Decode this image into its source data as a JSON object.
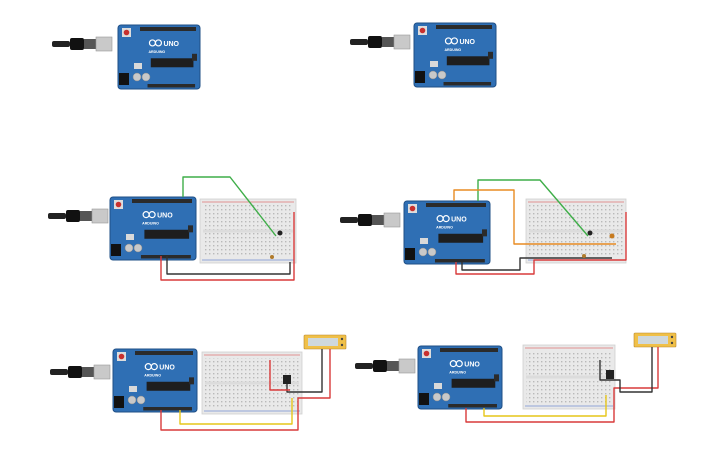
{
  "board": {
    "logo_text": "UNO",
    "brand_text": "ARDUINO"
  },
  "colors": {
    "board": "#2f6fb4",
    "board_dark": "#1f4f86",
    "header": "#2b2b2b",
    "breadboard": "#e9e9e9",
    "wire_green": "#3fae49",
    "wire_orange": "#e88b22",
    "wire_red": "#d93a3a",
    "wire_black": "#333333",
    "wire_yellow": "#e6c619",
    "lcd_frame": "#f0c048",
    "lcd_screen": "#cfd8dc"
  },
  "circuits": [
    {
      "id": "c1",
      "breadboard": false,
      "lcd": false
    },
    {
      "id": "c2",
      "breadboard": false,
      "lcd": false
    },
    {
      "id": "c3",
      "breadboard": true,
      "lcd": false,
      "wires": [
        "green",
        "red",
        "black"
      ]
    },
    {
      "id": "c4",
      "breadboard": true,
      "lcd": false,
      "wires": [
        "green",
        "orange",
        "red",
        "black"
      ]
    },
    {
      "id": "c5",
      "breadboard": true,
      "lcd": true,
      "wires": [
        "red",
        "black",
        "yellow"
      ]
    },
    {
      "id": "c6",
      "breadboard": true,
      "lcd": true,
      "wires": [
        "red",
        "black",
        "yellow"
      ]
    }
  ]
}
